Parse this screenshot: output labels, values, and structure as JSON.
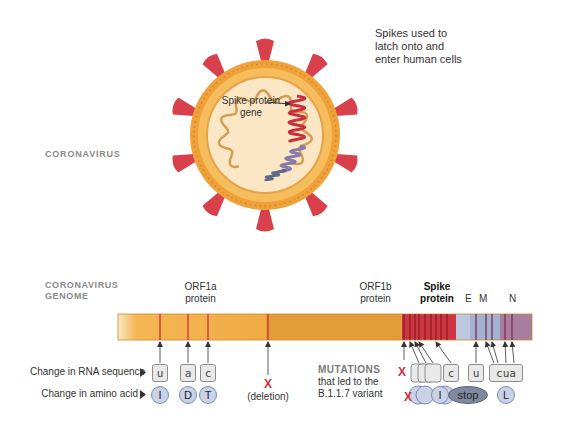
{
  "diagram": {
    "nodes": [
      {
        "text": [
          "u"
        ]
      },
      {
        "text": [
          "a"
        ]
      },
      {
        "text": [
          "c"
        ]
      },
      {
        "text": [
          "c"
        ]
      },
      {
        "text": [
          "u"
        ]
      },
      {
        "text": [
          "cua"
        ]
      },
      {
        "text": [
          "I"
        ]
      },
      {
        "text": [
          "D"
        ]
      },
      {
        "text": [
          "T"
        ]
      },
      {
        "text": [
          "I"
        ]
      },
      {
        "text": [
          "stop"
        ]
      },
      {
        "text": [
          "L"
        ]
      }
    ],
    "labels": [
      "CORONAVIRUS",
      "Spikes used to latch onto and enter human cells",
      "Spike protein gene",
      "CORONAVIRUS GENOME",
      "ORF1a protein",
      "ORF1b protein",
      "Spike protein",
      "E",
      "M",
      "N",
      "Change in RNA sequence",
      "Change in amino acid",
      "X",
      "(deletion)",
      "MUTATIONS",
      "that led to the B.1.1.7 variant",
      "X",
      "X"
    ]
  }
}
